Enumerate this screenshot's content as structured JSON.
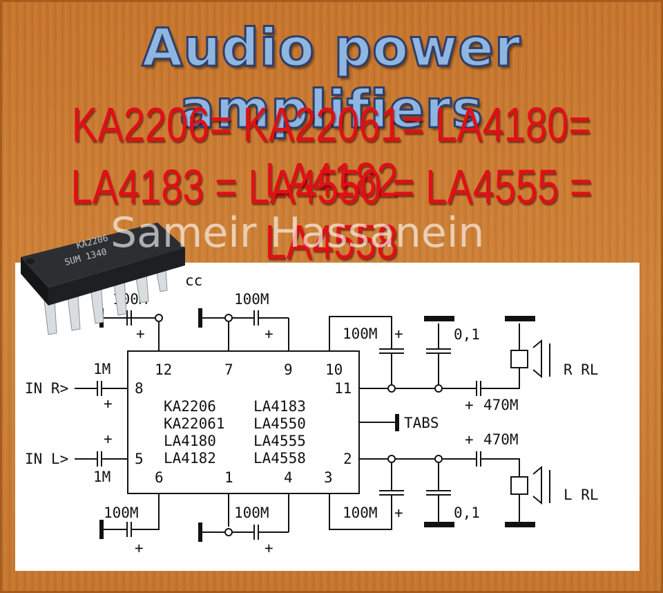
{
  "title": "Audio power amplifiers",
  "equivalents": {
    "line1": "KA2206= KA22061= LA4180= LA4182",
    "line2": "LA4183 = LA4550 = LA4555 = LA4558"
  },
  "watermark": "Sameir Hassanein",
  "chip_marking": {
    "part": "KA2206",
    "code": "SUM 1340"
  },
  "schematic": {
    "vcc_label": "cc",
    "ic": {
      "pins_top": [
        "12",
        "7",
        "9",
        "10"
      ],
      "pins_bottom": [
        "6",
        "1",
        "4",
        "3"
      ],
      "pin_8": "8",
      "pin_5": "5",
      "pin_11": "11",
      "pin_2": "2",
      "names_left": [
        "KA2206",
        "KA22061",
        "LA4180",
        "LA4182"
      ],
      "names_right": [
        "LA4183",
        "LA4550",
        "LA4555",
        "LA4558"
      ]
    },
    "labels": {
      "in_r": "IN R>",
      "in_l": "IN L>",
      "tabs": "TABS",
      "r_rl": "R RL",
      "l_rl": "L RL",
      "cap_in_r": "1M",
      "cap_in_l": "1M",
      "cap_12": "100M",
      "cap_7": "100M",
      "cap_6": "100M",
      "cap_1": "100M",
      "cap_10": "100M",
      "cap_3": "100M",
      "cap_top_01": "0,1",
      "cap_bot_01": "0,1",
      "cap_out_r": "470M",
      "cap_out_l": "470M",
      "plus": "+"
    }
  },
  "colors": {
    "wood": "#c9782e",
    "title_fill": "#8fb6e0",
    "title_outline": "#2e3f6c",
    "equivalents_red": "#e10f16",
    "panel": "#ffffff",
    "ink": "#111111"
  }
}
